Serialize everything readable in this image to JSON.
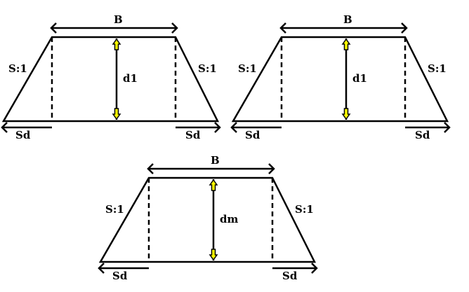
{
  "diagrams": [
    {
      "top_label": "B",
      "depth_label": "d1",
      "left_slope": "S:1",
      "right_slope": "S:1",
      "left_offset": "Sd",
      "right_offset": "Sd"
    },
    {
      "top_label": "B",
      "depth_label": "d1",
      "left_slope": "S:1",
      "right_slope": "S:1",
      "left_offset": "Sd",
      "right_offset": "Sd"
    },
    {
      "top_label": "B",
      "depth_label": "dm",
      "left_slope": "S:1",
      "right_slope": "S:1",
      "left_offset": "Sd",
      "right_offset": "Sd"
    }
  ],
  "colors": {
    "line": "#000000",
    "depth_arrow_fill": "#ffff00"
  }
}
